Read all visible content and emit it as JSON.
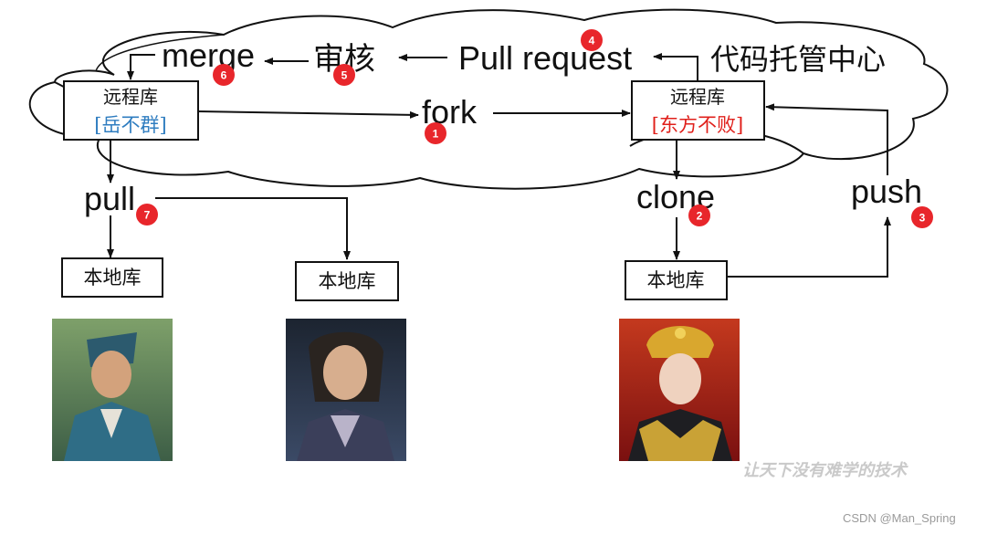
{
  "cloud": {
    "title": "代码托管中心"
  },
  "remote_left": {
    "title": "远程库",
    "owner": "[岳不群]",
    "owner_color": "#2f7dc0"
  },
  "remote_right": {
    "title": "远程库",
    "owner": "[东方不败]",
    "owner_color": "#e0201b"
  },
  "steps": {
    "fork": {
      "label": "fork",
      "num": "1"
    },
    "clone": {
      "label": "clone",
      "num": "2"
    },
    "push": {
      "label": "push",
      "num": "3"
    },
    "pull_request": {
      "label": "Pull request",
      "num": "4"
    },
    "review": {
      "label": "审核",
      "num": "5"
    },
    "merge": {
      "label": "merge",
      "num": "6"
    },
    "pull": {
      "label": "pull",
      "num": "7"
    }
  },
  "local_repos": [
    {
      "label": "本地库"
    },
    {
      "label": "本地库"
    },
    {
      "label": "本地库"
    }
  ],
  "portraits": [
    {
      "icon": "scholar-portrait"
    },
    {
      "icon": "swordsman-portrait"
    },
    {
      "icon": "empress-portrait"
    }
  ],
  "watermark": "让天下没有难学的技术",
  "credit": "CSDN @Man_Spring",
  "colors": {
    "badge": "#e8262b",
    "line": "#111111"
  }
}
